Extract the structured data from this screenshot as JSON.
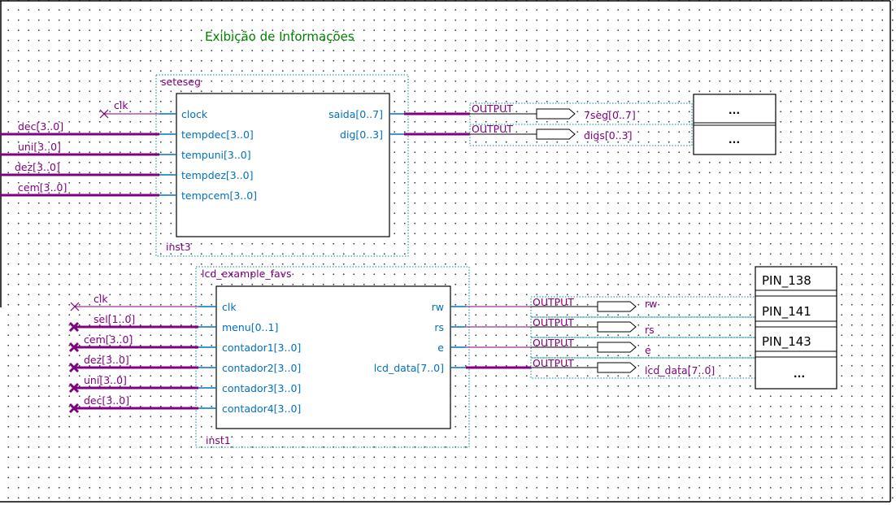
{
  "sheet_title": "Exibição de Informações",
  "colors": {
    "title": "#008000",
    "block_border": "#000000",
    "instance_frame": "#008b8b",
    "port_wire": "#0070c0",
    "signal": "#800080"
  },
  "seteseg": {
    "name": "seteseg",
    "instance": "inst3",
    "inputs": [
      "clock",
      "tempdec[3..0]",
      "tempuni[3..0]",
      "tempdez[3..0]",
      "tempcem[3..0]"
    ],
    "outputs": [
      "saida[0..7]",
      "dig[0..3]"
    ],
    "input_signals": [
      "clk",
      "dec[3..0]",
      "uni[3..0]",
      "dez[3..0]",
      "cem[3..0]"
    ],
    "output_kinds": [
      "OUTPUT",
      "OUTPUT"
    ],
    "output_signals": [
      "7seg[0..7]",
      "digs[0..3]"
    ],
    "pins": [
      "...",
      "..."
    ]
  },
  "lcd": {
    "name": "lcd_example_favs",
    "instance": "inst1",
    "inputs": [
      "clk",
      "menu[0..1]",
      "contador1[3..0]",
      "contador2[3..0]",
      "contador3[3..0]",
      "contador4[3..0]"
    ],
    "outputs": [
      "rw",
      "rs",
      "e",
      "lcd_data[7..0]"
    ],
    "input_signals": [
      "clk",
      "sel[1..0]",
      "cem[3..0]",
      "dez[3..0]",
      "uni[3..0]",
      "dec[3..0]"
    ],
    "output_kinds": [
      "OUTPUT",
      "OUTPUT",
      "OUTPUT",
      "OUTPUT"
    ],
    "output_signals": [
      "rw",
      "rs",
      "e",
      "lcd_data[7..0]"
    ],
    "pins": [
      "PIN_138",
      "PIN_141",
      "PIN_143",
      "..."
    ]
  }
}
